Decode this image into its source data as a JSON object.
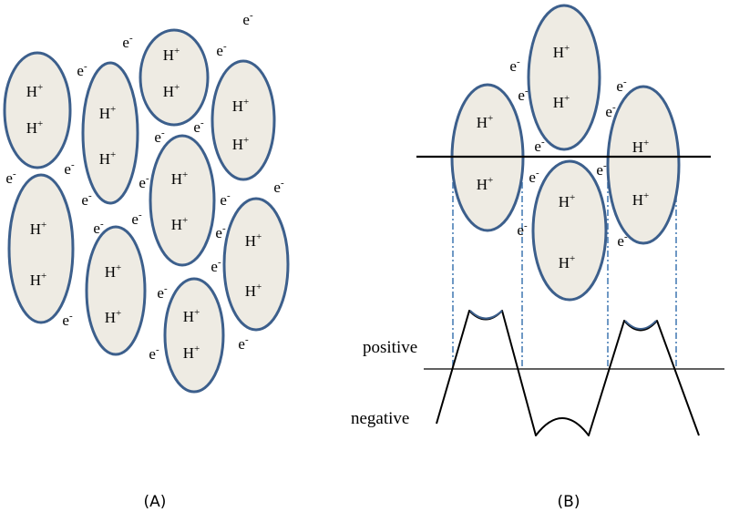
{
  "labels": {
    "proton": "H",
    "proton_charge": "+",
    "electron": "e",
    "electron_charge": "-"
  },
  "panel_b": {
    "positive_label": "positive",
    "negative_label": "negative"
  },
  "captions": {
    "a": "(A)",
    "b": "(B)"
  },
  "colors": {
    "ellipse_fill": "#eeebe3",
    "ellipse_stroke": "#3c5f8c",
    "guide_line": "#4a7fb5"
  }
}
